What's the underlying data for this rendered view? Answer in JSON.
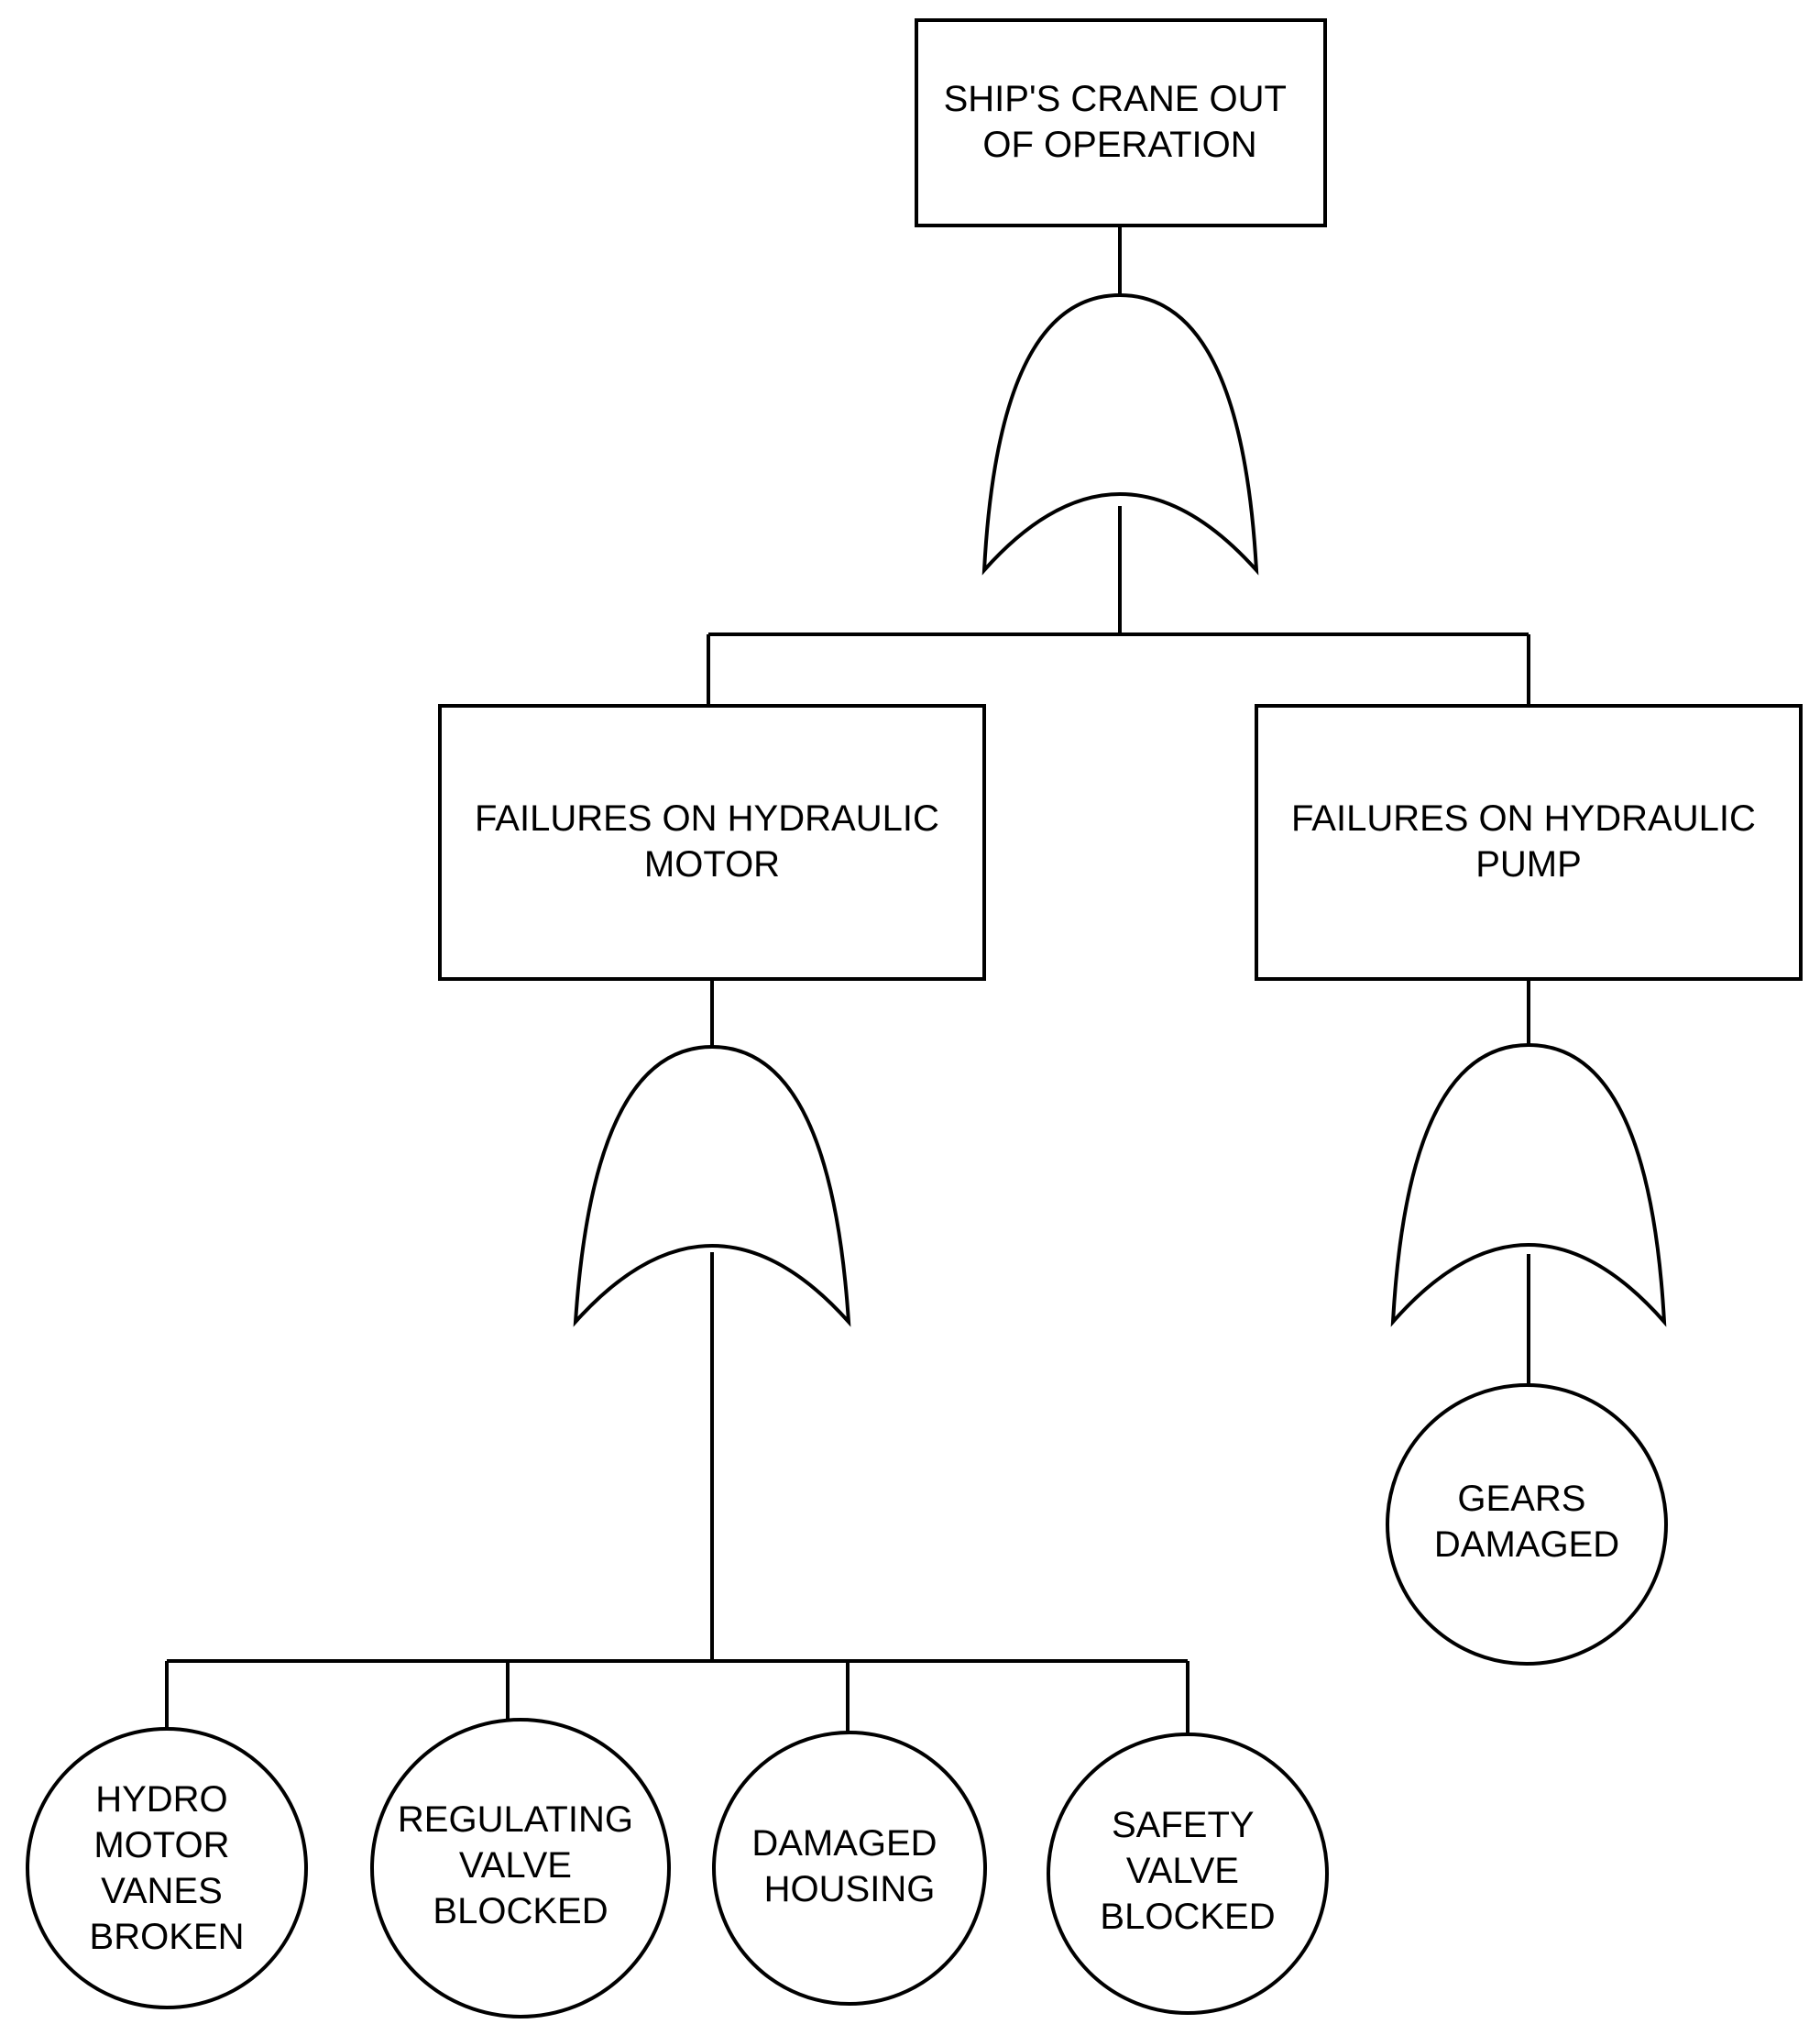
{
  "diagram": {
    "type": "fault-tree",
    "colors": {
      "line": "#000000",
      "background": "#ffffff"
    },
    "top_event": {
      "lines": [
        "SHIP'S CRANE OUT",
        "OF OPERATION"
      ],
      "gate": "OR"
    },
    "intermediate_events": [
      {
        "lines": [
          "FAILURES ON HYDRAULIC",
          "MOTOR"
        ],
        "gate": "OR",
        "basic_events": [
          {
            "lines": [
              "HYDRO",
              "MOTOR",
              "VANES",
              "BROKEN"
            ]
          },
          {
            "lines": [
              "REGULATING",
              "VALVE",
              "BLOCKED"
            ]
          },
          {
            "lines": [
              "DAMAGED",
              "HOUSING"
            ]
          },
          {
            "lines": [
              "SAFETY",
              "VALVE",
              "BLOCKED"
            ]
          }
        ]
      },
      {
        "lines": [
          "FAILURES ON HYDRAULIC",
          "PUMP"
        ],
        "gate": "OR",
        "basic_events": [
          {
            "lines": [
              "GEARS",
              "DAMAGED"
            ]
          }
        ]
      }
    ]
  }
}
